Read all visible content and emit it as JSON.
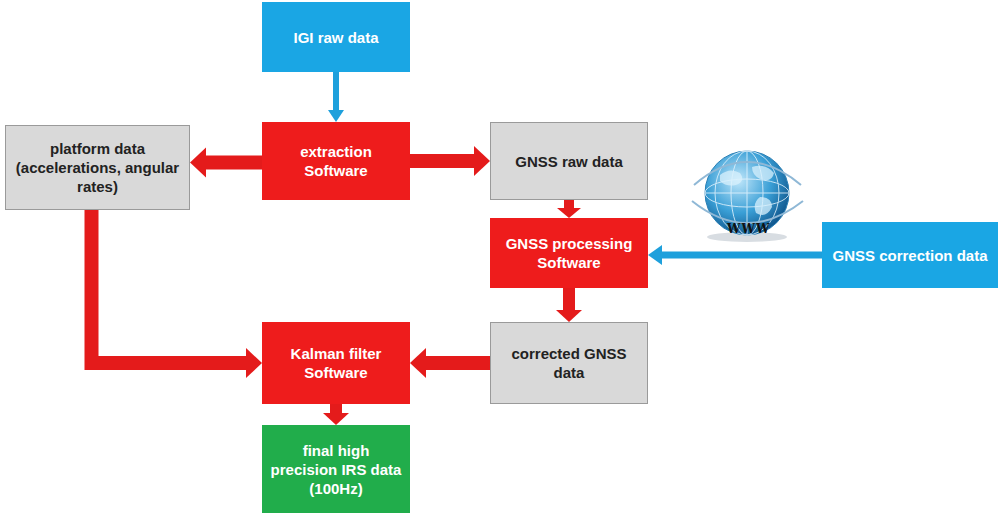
{
  "diagram": {
    "nodes": [
      {
        "text": [
          "IGI raw data"
        ]
      },
      {
        "text": [
          "platform data (accelerations, angular rates)"
        ]
      },
      {
        "text": [
          "extraction Software"
        ]
      },
      {
        "text": [
          "GNSS raw data"
        ]
      },
      {
        "text": [
          "GNSS processing Software"
        ]
      },
      {
        "text": [
          "GNSS correction data"
        ]
      },
      {
        "text": [
          "Kalman filter Software"
        ]
      },
      {
        "text": [
          "corrected GNSS data"
        ]
      },
      {
        "text": [
          "final high precision IRS data (100Hz)"
        ]
      }
    ],
    "edges": [
      {
        "from": 0,
        "to": 2,
        "arrow": "to"
      },
      {
        "from": 2,
        "to": 1,
        "arrow": "to"
      },
      {
        "from": 2,
        "to": 3,
        "arrow": "to"
      },
      {
        "from": 3,
        "to": 4,
        "arrow": "to"
      },
      {
        "from": 5,
        "to": 4,
        "arrow": "to"
      },
      {
        "from": 4,
        "to": 7,
        "arrow": "to"
      },
      {
        "from": 7,
        "to": 6,
        "arrow": "to"
      },
      {
        "from": 1,
        "to": 6,
        "arrow": "to"
      },
      {
        "from": 6,
        "to": 8,
        "arrow": "to"
      }
    ],
    "labels": [
      "WWW"
    ]
  }
}
